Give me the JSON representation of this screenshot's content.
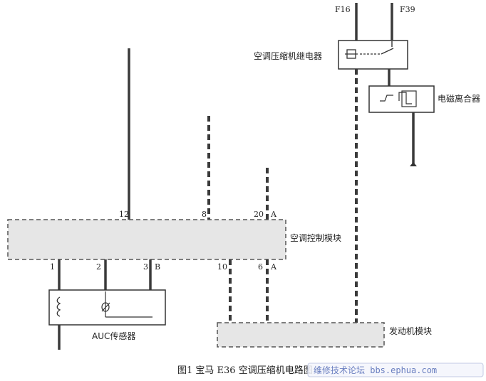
{
  "terminals": {
    "f16": "F16",
    "f39": "F39"
  },
  "components": {
    "relay": "空调压缩机继电器",
    "clutch": "电磁离合器",
    "ac_module": "空调控制模块",
    "auc_sensor": "AUC传感器",
    "engine_module": "发动机模块"
  },
  "pins": {
    "top_12": "12",
    "top_8": "8",
    "top_20": "20",
    "top_a": "A",
    "bot_1": "1",
    "bot_2": "2",
    "bot_3": "3",
    "bot_b": "B",
    "bot_10": "10",
    "bot_6": "6",
    "bot_a": "A"
  },
  "caption": "图1 宝马 E36 空调压缩机电路图",
  "watermark": "维修技术论坛 bbs.ephua.com"
}
